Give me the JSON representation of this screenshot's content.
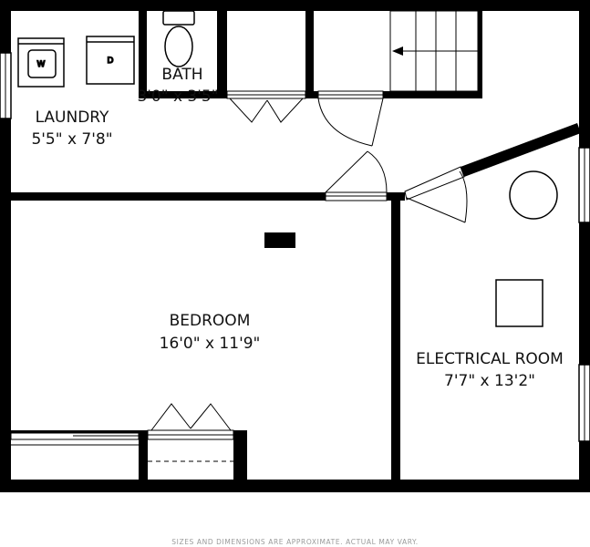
{
  "rooms": {
    "laundry": {
      "name": "LAUNDRY",
      "dims": "5'5\" x 7'8\""
    },
    "bath": {
      "name": "BATH",
      "dims": "3'0\" x 3'5\""
    },
    "bedroom": {
      "name": "BEDROOM",
      "dims": "16'0\" x 11'9\""
    },
    "electrical": {
      "name": "ELECTRICAL ROOM",
      "dims": "7'7\" x 13'2\""
    }
  },
  "appliances": {
    "washer": "W",
    "dryer": "D"
  },
  "disclaimer": "SIZES AND DIMENSIONS ARE APPROXIMATE. ACTUAL MAY VARY."
}
